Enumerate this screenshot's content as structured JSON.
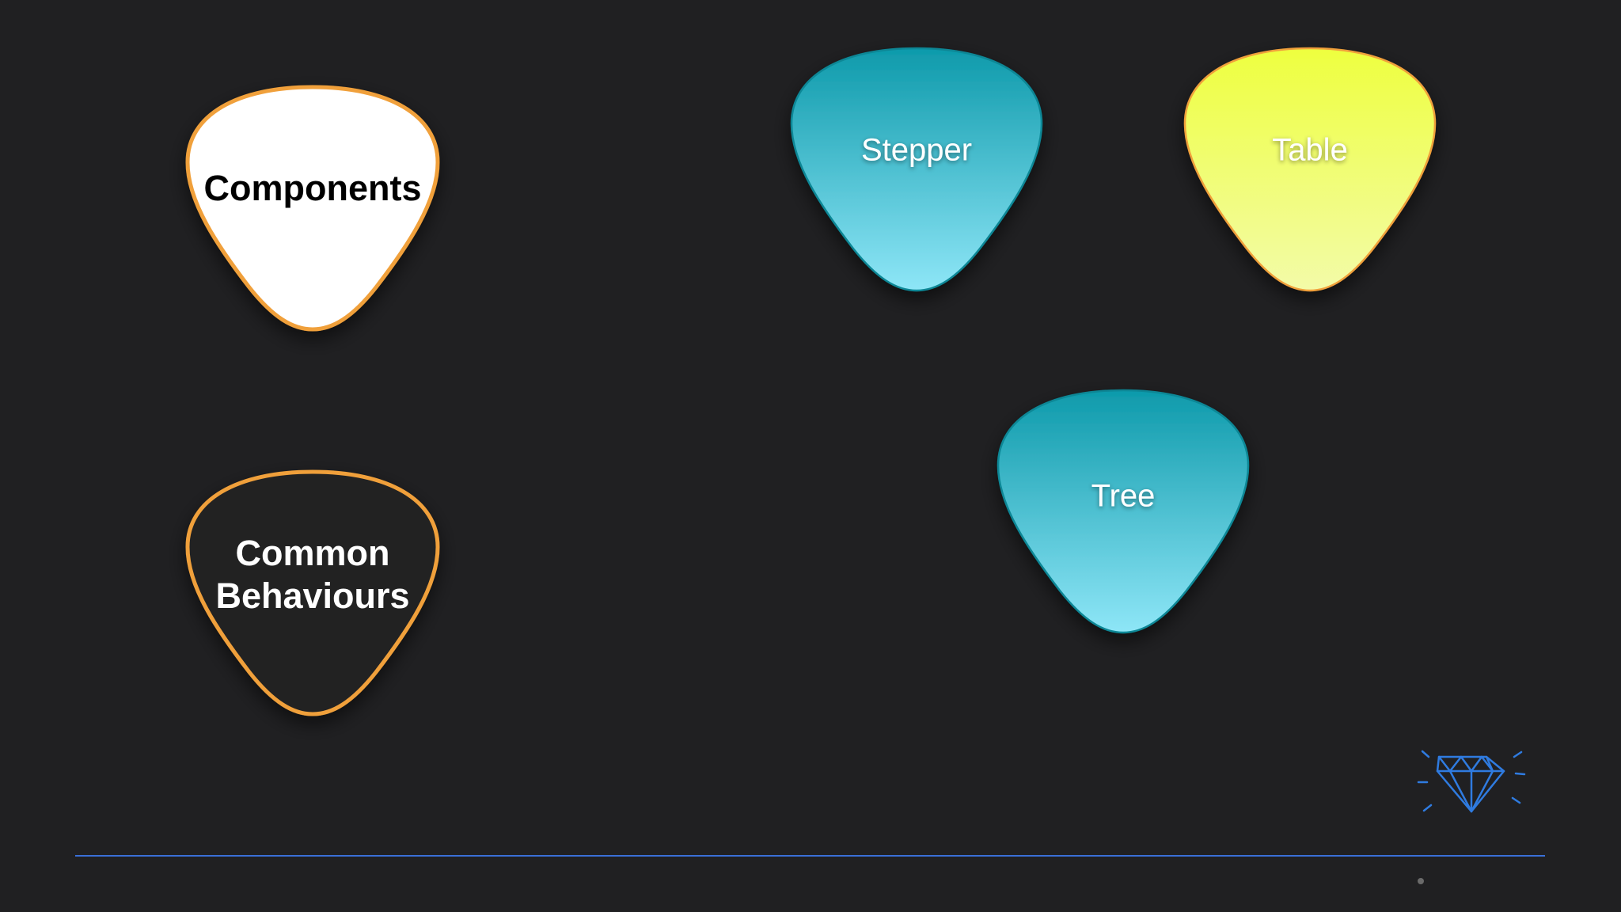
{
  "slide": {
    "background": "#202022",
    "accent_line_color": "#3a6fd8"
  },
  "picks": {
    "components": {
      "label": "Components",
      "fill": "#ffffff",
      "stroke": "#f0a03a",
      "text_color": "#000000"
    },
    "common_behaviours": {
      "line1": "Common",
      "line2": "Behaviours",
      "fill": "#202022",
      "stroke": "#f0a03a",
      "text_color": "#ffffff"
    },
    "stepper": {
      "label": "Stepper",
      "gradient_top": "#0e9aab",
      "gradient_bottom": "#8ee6f7"
    },
    "table": {
      "label": "Table",
      "gradient_top": "#eeff3f",
      "gradient_bottom": "#f3fba8"
    },
    "tree": {
      "label": "Tree",
      "gradient_top": "#0e9aab",
      "gradient_bottom": "#8ee6f7"
    }
  },
  "logo": {
    "icon": "diamond-icon",
    "color": "#2f7be0"
  },
  "page_indicator": {
    "icon": "page-dot-icon",
    "color": "#6a6a6a"
  }
}
